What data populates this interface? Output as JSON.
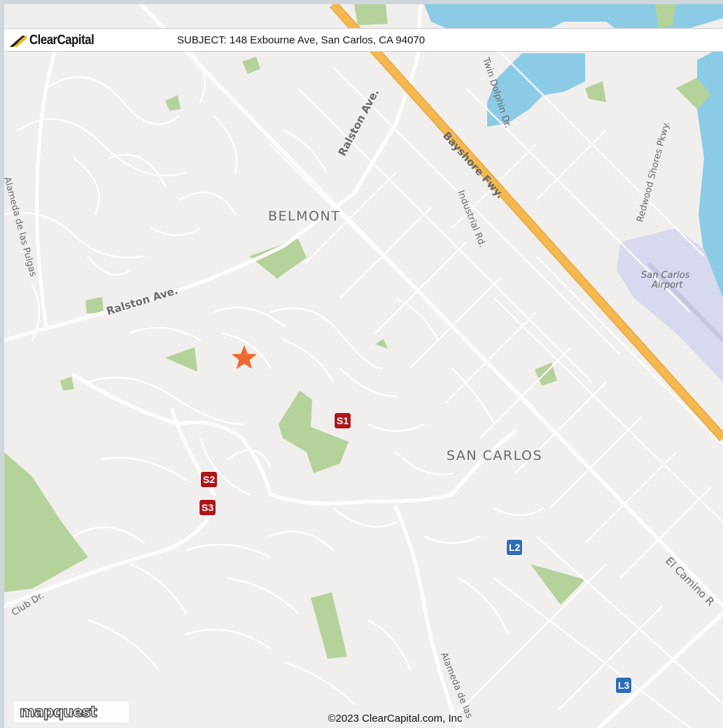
{
  "header": {
    "brand": "ClearCapital",
    "subject": "SUBJECT: 148 Exbourne Ave, San Carlos, CA 94070"
  },
  "map": {
    "labels": {
      "belmont": "BELMONT",
      "san_carlos": "SAN CARLOS",
      "ralston_ave_top": "Ralston Ave.",
      "ralston_ave_left": "Ralston Ave.",
      "bayshore_fwy": "Bayshore Fwy.",
      "twin_dolphin": "Twin Dolphin Dr.",
      "redwood_shores": "Redwood Shores Pkwy.",
      "industrial_rd": "Industrial Rd.",
      "airport_line1": "San Carlos",
      "airport_line2": "Airport",
      "alameda_left": "Alameda de las Pulgas",
      "alameda_bottom": "Alameda de las",
      "el_camino": "El Camino R",
      "club_dr": "Club Dr."
    },
    "markers": [
      {
        "id": "S1",
        "type": "sale"
      },
      {
        "id": "S2",
        "type": "sale"
      },
      {
        "id": "S3",
        "type": "sale"
      },
      {
        "id": "L2",
        "type": "listing"
      },
      {
        "id": "L3",
        "type": "listing"
      }
    ],
    "subject_marker": "star-icon",
    "colors": {
      "land": "#f0efed",
      "water": "#8ccbe6",
      "park": "#b5d29a",
      "freeway": "#f4b94e",
      "airport": "#d7d9ef",
      "sale_marker": "#b0141b",
      "listing_marker": "#2f6db8",
      "subject_star": "#ee6a2c"
    }
  },
  "footer": {
    "provider": "mapquest",
    "copyright": "©2023 ClearCapital.com, Inc"
  }
}
